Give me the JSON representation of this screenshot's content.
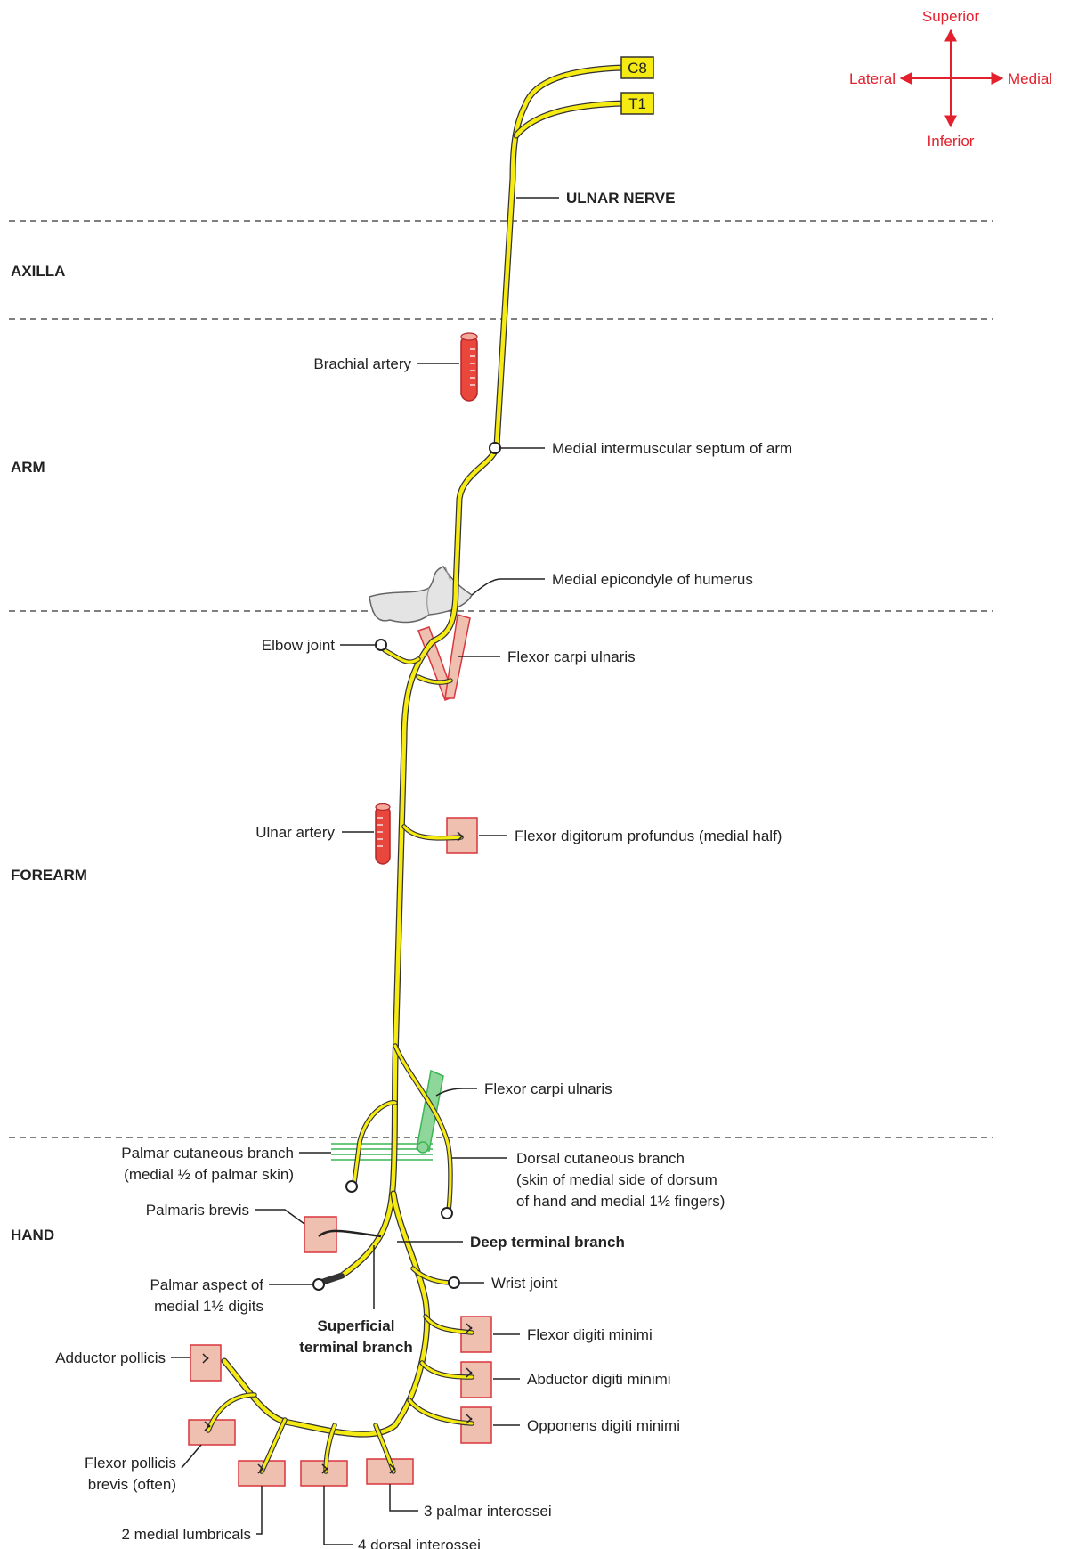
{
  "orientation": {
    "superior": "Superior",
    "inferior": "Inferior",
    "lateral": "Lateral",
    "medial": "Medial",
    "color": "#e3212d"
  },
  "roots": [
    "C8",
    "T1"
  ],
  "nerve": {
    "title": "ULNAR NERVE",
    "color": "#f5ea12"
  },
  "regions": {
    "axilla": "AXILLA",
    "arm": "ARM",
    "forearm": "FOREARM",
    "hand": "HAND"
  },
  "labels": {
    "brachial_artery": "Brachial artery",
    "medial_intermuscular_septum": "Medial intermuscular septum of arm",
    "medial_epicondyle": "Medial epicondyle of humerus",
    "elbow_joint": "Elbow joint",
    "flexor_carpi_ulnaris_upper": "Flexor carpi ulnaris",
    "ulnar_artery": "Ulnar artery",
    "fdp_medial_half": "Flexor digitorum profundus (medial half)",
    "flexor_carpi_ulnaris_lower": "Flexor carpi ulnaris",
    "palmar_cutaneous_1": "Palmar cutaneous branch",
    "palmar_cutaneous_2": "(medial ½ of palmar skin)",
    "dorsal_cutaneous_1": "Dorsal cutaneous branch",
    "dorsal_cutaneous_2": "(skin of medial side of dorsum",
    "dorsal_cutaneous_3": "of hand and medial 1½ fingers)",
    "palmaris_brevis": "Palmaris brevis",
    "deep_terminal_branch": "Deep terminal branch",
    "palmar_aspect_1": "Palmar aspect of",
    "palmar_aspect_2": "medial 1½ digits",
    "superficial_1": "Superficial",
    "superficial_2": "terminal branch",
    "wrist_joint": "Wrist joint",
    "flexor_digiti_minimi": "Flexor digiti minimi",
    "abductor_digiti_minimi": "Abductor digiti minimi",
    "opponens_digiti_minimi": "Opponens digiti minimi",
    "adductor_pollicis": "Adductor pollicis",
    "flexor_pollicis_brevis_1": "Flexor pollicis",
    "flexor_pollicis_brevis_2": "brevis (often)",
    "palmar_interossei": "3 palmar interossei",
    "medial_lumbricals": "2 medial lumbricals",
    "dorsal_interossei": "4 dorsal interossei"
  },
  "colors": {
    "artery": "#e9463c",
    "muscle_fill": "#efbfb0",
    "muscle_border": "#d9363e",
    "retinaculum": "#3cb553",
    "bone": "#dcdcdc",
    "root_box": "#f5ea12"
  }
}
